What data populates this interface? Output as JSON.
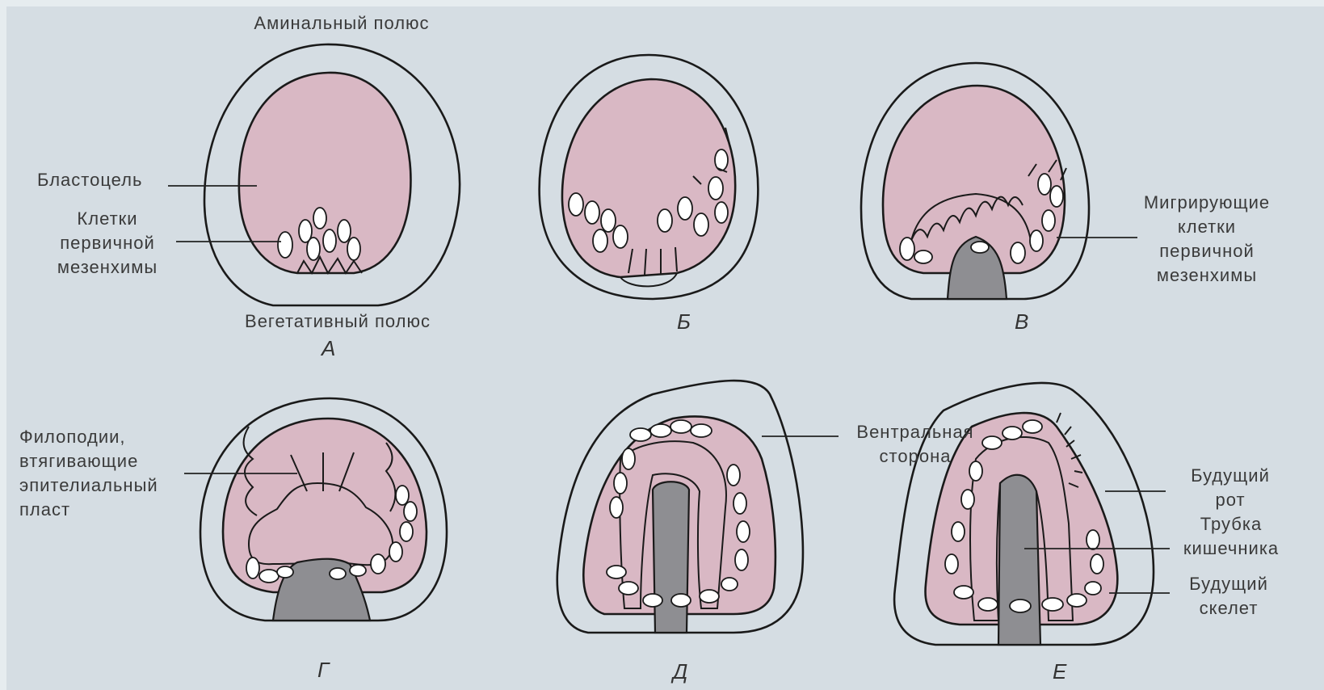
{
  "labels": {
    "animal_pole": "Аминальный полюс",
    "blastocoel": "Бластоцель",
    "primary_mesenchyme": "Клетки\nпервичной\nмезенхимы",
    "vegetal_pole": "Вегетативный полюс",
    "migrating": "Мигрирующие\nклетки\nпервичной\nмезенхимы",
    "filopodia": "Филоподии,\nвтягивающие\nэпителиальный\nпласт",
    "ventral": "Вентральная\nсторона",
    "mouth": "Будущий\nрот",
    "gut_tube": "Трубка\nкишечника",
    "skeleton": "Будущий\nскелет"
  },
  "panels": [
    "А",
    "Б",
    "В",
    "Г",
    "Д",
    "Е"
  ],
  "colors": {
    "background": "#d5dde3",
    "blastocoel": "#d9b8c4",
    "gut": "#8e8e92",
    "outline": "#1a1a1a"
  }
}
